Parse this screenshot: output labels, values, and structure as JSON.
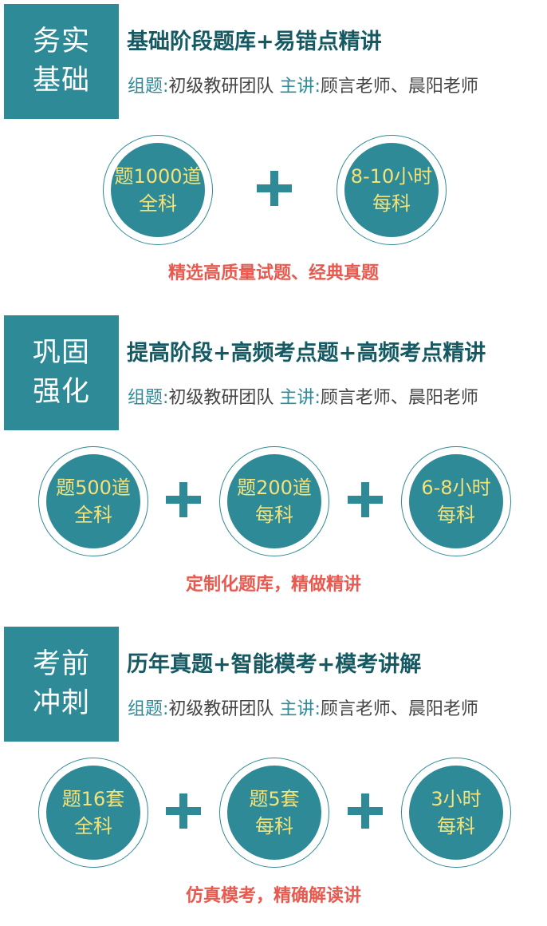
{
  "sections": [
    {
      "badge": [
        "务实",
        "基础"
      ],
      "title": "基础阶段题库+易错点精讲",
      "credits": {
        "label1": "组题:",
        "value1": "初级教研团队",
        "label2": "主讲:",
        "value2": "顾言老师、晨阳老师"
      },
      "circles": [
        {
          "top": "题1000道",
          "bottom": "全科"
        },
        {
          "top": "8-10小时",
          "bottom": "每科"
        }
      ],
      "tagline": "精选高质量试题、经典真题"
    },
    {
      "badge": [
        "巩固",
        "强化"
      ],
      "title": "提高阶段+高频考点题+高频考点精讲",
      "credits": {
        "label1": "组题:",
        "value1": "初级教研团队",
        "label2": "主讲:",
        "value2": "顾言老师、晨阳老师"
      },
      "circles": [
        {
          "top": "题500道",
          "bottom": "全科"
        },
        {
          "top": "题200道",
          "bottom": "每科"
        },
        {
          "top": "6-8小时",
          "bottom": "每科"
        }
      ],
      "tagline": "定制化题库，精做精讲"
    },
    {
      "badge": [
        "考前",
        "冲刺"
      ],
      "title": "历年真题+智能模考+模考讲解",
      "credits": {
        "label1": "组题:",
        "value1": "初级教研团队",
        "label2": "主讲:",
        "value2": "顾言老师、晨阳老师"
      },
      "circles": [
        {
          "top": "题16套",
          "bottom": "全科"
        },
        {
          "top": "题5套",
          "bottom": "每科"
        },
        {
          "top": "3小时",
          "bottom": "每科"
        }
      ],
      "tagline": "仿真模考，精确解读讲"
    }
  ],
  "colors": {
    "teal": "#2e8a96",
    "title": "#155a63",
    "circle_text": "#f4e27a",
    "tagline": "#e85a4f"
  }
}
